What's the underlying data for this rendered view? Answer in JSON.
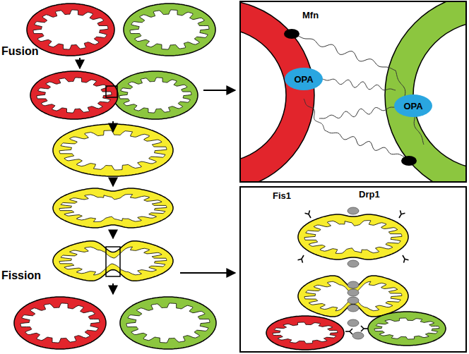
{
  "diagram": {
    "nodes": [
      {
        "text": [
          "OPA"
        ]
      },
      {
        "text": [
          "OPA"
        ]
      }
    ],
    "labels": [
      "Fusion",
      "Mfn",
      "Fis1",
      "Drp1",
      "Fission"
    ]
  }
}
